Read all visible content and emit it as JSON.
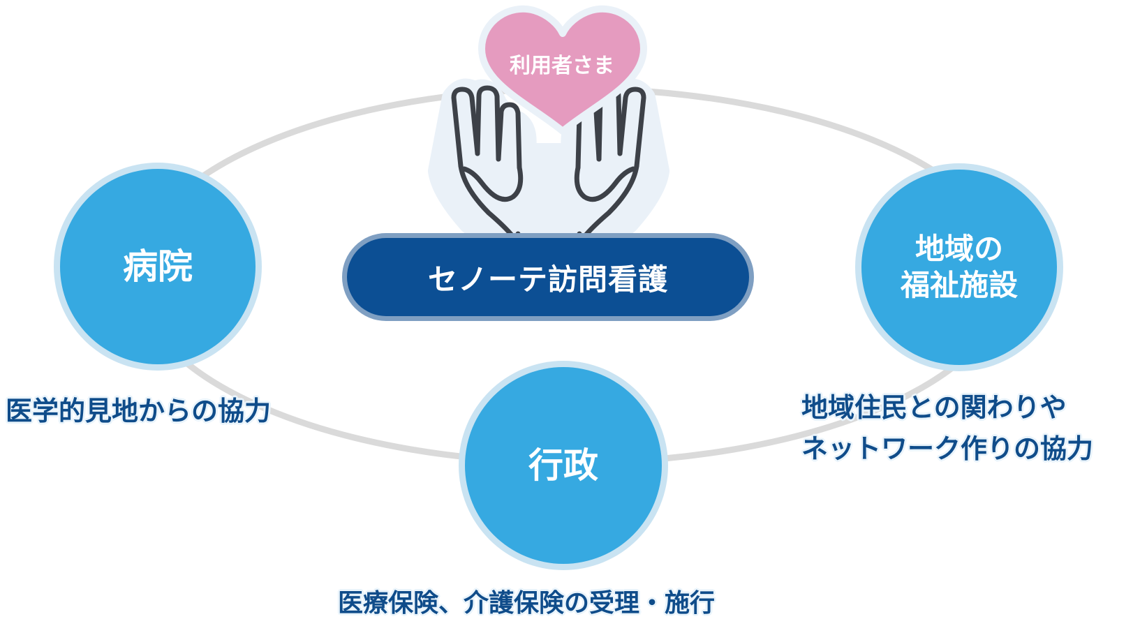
{
  "center": {
    "label": "セノーテ訪問看護"
  },
  "user": {
    "label": "利用者さま"
  },
  "nodes": {
    "hospital": {
      "label": "病院",
      "caption": "医学的見地からの協力"
    },
    "welfare": {
      "label": "地域の\n福祉施設",
      "caption_line1": "地域住民との関わりや",
      "caption_line2": "ネットワーク作りの協力"
    },
    "government": {
      "label": "行政",
      "caption": "医療保険、介護保険の受理・施行"
    }
  },
  "colors": {
    "node_fill": "#36a9e1",
    "node_ring": "#c9e3f2",
    "center_fill": "#0c4f94",
    "heart": "#e59bbf",
    "caption_text": "#0f4c8a",
    "ellipse": "#d9d9d9"
  },
  "icons": {
    "heart": "heart-icon",
    "hands": "open-hands-icon"
  }
}
